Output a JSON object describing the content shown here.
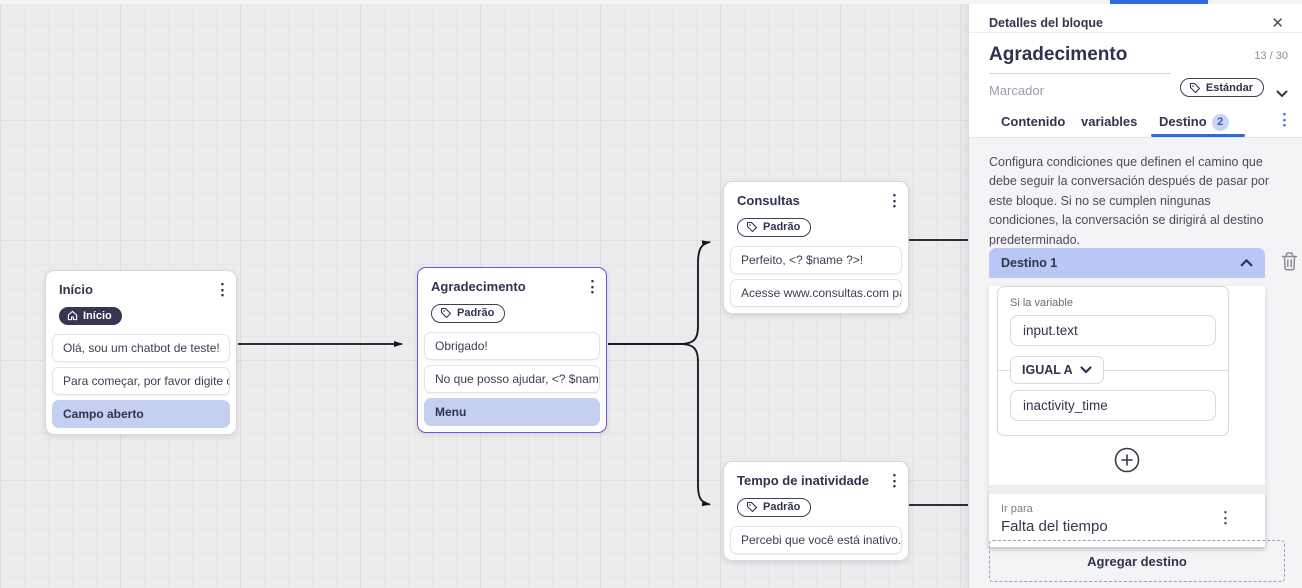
{
  "canvas": {
    "nodes": [
      {
        "title": "Início",
        "badge": "Início",
        "badge_type": "start",
        "messages": [
          "Olá, sou um chatbot de teste!",
          "Para começar, por favor digite o ..."
        ],
        "action": "Campo aberto"
      },
      {
        "title": "Agradecimento",
        "badge": "Padrão",
        "badge_type": "standard",
        "messages": [
          "Obrigado!",
          "No que posso ajudar, <? $name ..."
        ],
        "action": "Menu",
        "selected": true
      },
      {
        "title": "Consultas",
        "badge": "Padrão",
        "badge_type": "standard",
        "messages": [
          "Perfeito, <? $name ?>!",
          "Acesse www.consultas.com par..."
        ]
      },
      {
        "title": "Tempo de inatividade",
        "badge": "Padrão",
        "badge_type": "standard",
        "messages": [
          "Percebi que você está inativo. C..."
        ]
      }
    ],
    "connections": [
      {
        "from": "Início",
        "to": "Agradecimento"
      },
      {
        "from": "Agradecimento",
        "to": "Consultas"
      },
      {
        "from": "Agradecimento",
        "to": "Tempo de inatividade"
      }
    ]
  },
  "panel": {
    "header": {
      "title": "Detalles del bloque",
      "close_icon": "x-icon"
    },
    "block": {
      "name": "Agradecimento",
      "char_count": "13 / 30",
      "marker_placeholder": "Marcador",
      "marker_value": "Estándar"
    },
    "tabs": {
      "items": [
        {
          "label": "Contenido"
        },
        {
          "label": "variables"
        },
        {
          "label": "Destino",
          "badge": "2",
          "active": true
        }
      ]
    },
    "description": "Configura condiciones que definen el camino que debe seguir la conversación después de pasar por este bloque. Si no se cumplen ningunas condiciones, la conversación se dirigirá al destino predeterminado.",
    "destination": {
      "title": "Destino 1",
      "condition_label": "Si la variable",
      "variable_value": "input.text",
      "operator": "IGUAL A",
      "compare_value": "inactivity_time",
      "goto_label": "Ir para",
      "goto_value": "Falta del tiempo"
    },
    "add_destination_label": "Agregar destino"
  },
  "colors": {
    "accent_blue": "#2e6ade",
    "destination_bar": "#b9c7f4",
    "action_item": "#c5cff1",
    "dark_navy": "#2e3350",
    "selected_node_border": "#5f5cd9"
  }
}
